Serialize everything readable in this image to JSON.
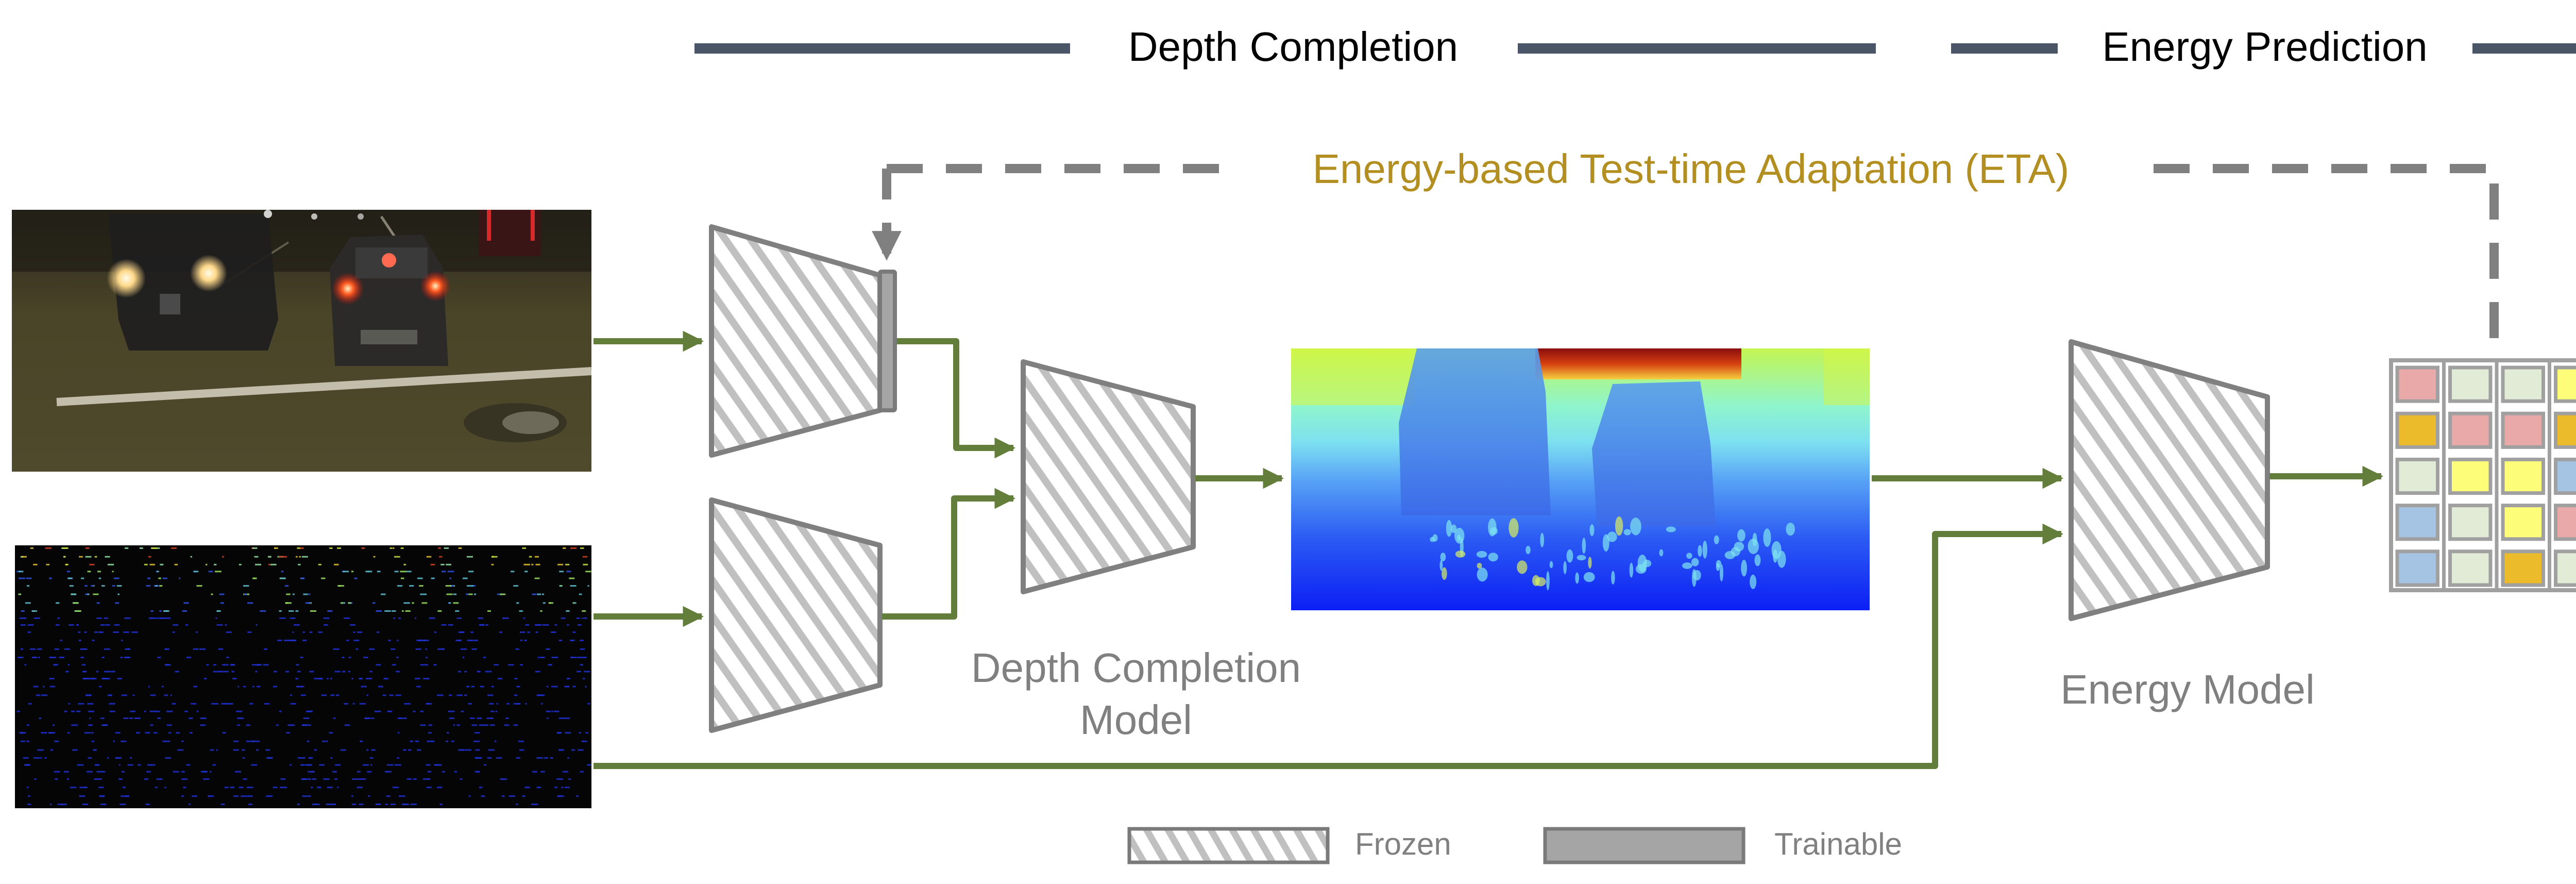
{
  "header": {
    "sections": [
      {
        "label": "Depth Completion"
      },
      {
        "label": "Energy Prediction"
      }
    ],
    "bar_color": "#4b5568"
  },
  "eta": {
    "label": "Energy-based Test-time Adaptation (ETA)",
    "color": "#b38f22",
    "line_color": "#808080"
  },
  "inputs": {
    "rgb_image": {
      "name": "RGB image (night driving scene)"
    },
    "sparse_depth": {
      "name": "Sparse depth (LiDAR points)"
    }
  },
  "output": {
    "dense_depth": {
      "name": "Predicted dense depth map"
    }
  },
  "models": {
    "depth_completion": {
      "label_line1": "Depth Completion",
      "label_line2": "Model"
    },
    "energy": {
      "label": "Energy Model"
    }
  },
  "energy_grid": {
    "rows": [
      [
        "pink",
        "lightgreen",
        "lightgreen",
        "yellow"
      ],
      [
        "orange",
        "pink",
        "pink",
        "orange"
      ],
      [
        "lightgreen",
        "yellow",
        "yellow",
        "blue"
      ],
      [
        "blue",
        "lightgreen",
        "yellow",
        "pink"
      ],
      [
        "blue",
        "lightgreen",
        "orange",
        "lightgreen"
      ]
    ],
    "palette": {
      "pink": "#eaa9a9",
      "lightgreen": "#e2ebd6",
      "yellow": "#fdfd7a",
      "orange": "#ebbb2b",
      "blue": "#a5c3e2"
    }
  },
  "legend": {
    "frozen": "Frozen",
    "trainable": "Trainable"
  },
  "colors": {
    "arrow": "#627e3a",
    "block_stroke": "#808080",
    "hatch": "#c0c0c0",
    "trainable_fill": "#a5a5a5"
  }
}
